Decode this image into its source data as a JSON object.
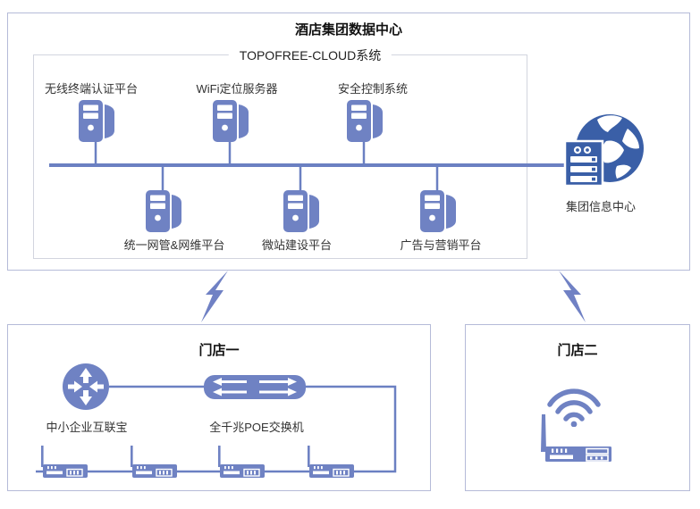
{
  "colors": {
    "icon_blue": "#6f82c3",
    "dark_blue": "#3a5fa7",
    "line_blue": "#6b80c2",
    "box_border": "#b5bbd8",
    "inner_box_border": "#d2d5df",
    "text": "#333333"
  },
  "icons": {
    "server": "server-tower-icon",
    "info_center": "globe-server-icon",
    "router": "router-icon",
    "switch": "switch-icon",
    "access_point": "access-point-icon",
    "wifi": "wifi-signal-icon",
    "link": "lightning-icon"
  },
  "datacenter": {
    "title": "酒店集团数据中心",
    "cloud_system_label": "TOPOFREE-CLOUD系统",
    "top_servers": [
      {
        "label": "无线终端认证平台"
      },
      {
        "label": "WiFi定位服务器"
      },
      {
        "label": "安全控制系统"
      }
    ],
    "bottom_servers": [
      {
        "label": "统一网管&网维平台"
      },
      {
        "label": "微站建设平台"
      },
      {
        "label": "广告与营销平台"
      }
    ],
    "info_center": {
      "label": "集团信息中心"
    }
  },
  "stores": {
    "store_one": {
      "title": "门店一",
      "router_label": "中小企业互联宝",
      "switch_label": "全千兆POE交换机",
      "access_point_count": 4
    },
    "store_two": {
      "title": "门店二"
    }
  }
}
